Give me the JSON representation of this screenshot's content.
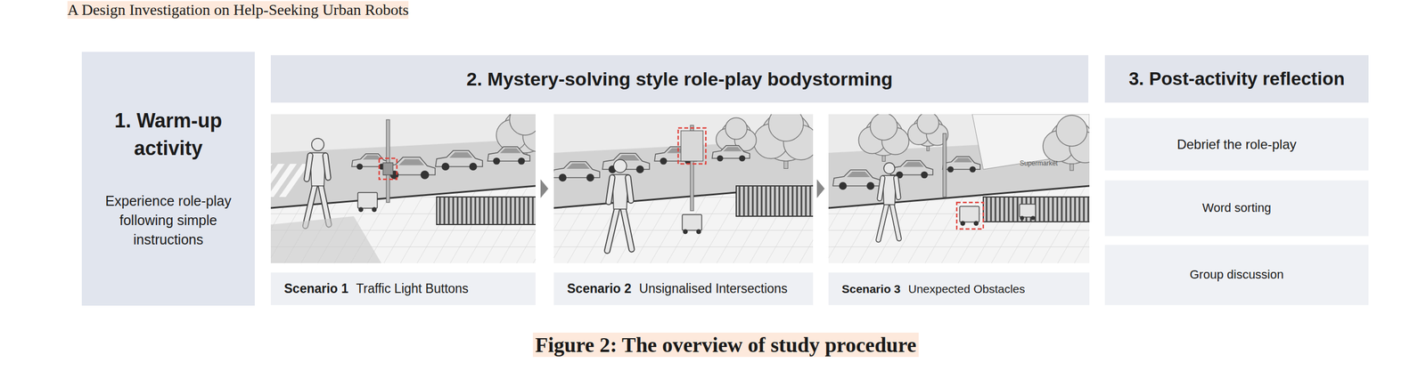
{
  "diagram": {
    "caption": "Figure 2: The overview of study procedure",
    "nodes": [
      {
        "text": [
          "1. Warm-up activity",
          "Experience role-play following simple instructions"
        ]
      },
      {
        "text": [
          "2. Mystery-solving style role-play bodystorming"
        ]
      },
      {
        "text": [
          "Scenario 1",
          "Traffic Light Buttons"
        ]
      },
      {
        "text": [
          "Scenario 2",
          "Unsignalised Intersections"
        ]
      },
      {
        "text": [
          "Scenario 3",
          "Unexpected Obstacles"
        ]
      },
      {
        "text": [
          "3. Post-activity reflection"
        ]
      },
      {
        "text": [
          "Debrief the role-play"
        ]
      },
      {
        "text": [
          "Word sorting"
        ]
      },
      {
        "text": [
          "Group discussion"
        ]
      }
    ],
    "labels": [
      "A Design Investigation on Help-Seeking Urban Robots",
      "Supermarket"
    ]
  }
}
